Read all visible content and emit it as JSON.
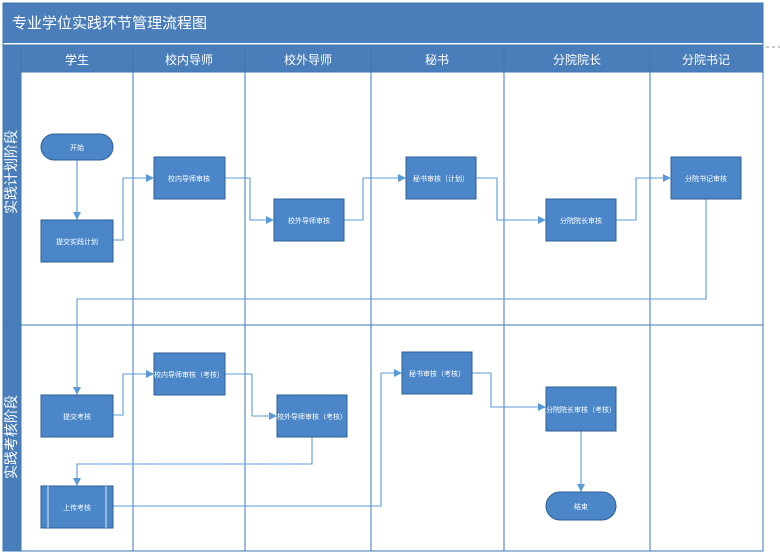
{
  "title": "专业学位实践环节管理流程图",
  "lanes": [
    "学生",
    "校内导师",
    "校外导师",
    "秘书",
    "分院院长",
    "分院书记"
  ],
  "phases": [
    "实践计划阶段",
    "实践考核阶段"
  ],
  "nodes": {
    "start": "开始",
    "submit_plan": "提交实践计划",
    "inner_review": "校内导师审核",
    "outer_review": "校外导师审核",
    "secretary_review": "秘书审核（计划）",
    "dean_review": "分院院长审核",
    "party_sec_review": "分院书记审核",
    "submit_exam": "提交考核",
    "inner_exam_review": "校内导师审核（考核）",
    "outer_exam_review": "校外导师审核（考核）",
    "secretary_exam_review": "秘书审核（考核）",
    "dean_exam_review": "分院院长审核（考核）",
    "upload_exam": "上传考核",
    "end": "结束"
  },
  "colors": {
    "header": "#4a7ebb",
    "node_fill": "#4a86c8",
    "node_border": "#2f5f95",
    "line": "#5b9bd5",
    "grid": "#3c78b4"
  }
}
